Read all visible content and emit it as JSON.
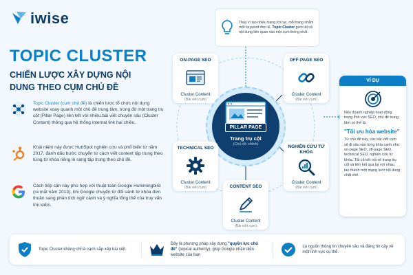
{
  "logo": {
    "text": "iwise"
  },
  "title": "TOPIC CLUSTER",
  "subtitle": "CHIẾN LƯỢC XÂY DỰNG NỘI DUNG THEO CỤM CHỦ ĐỀ",
  "intro": [
    {
      "highlight": "Topic Cluster (cụm chủ đề)",
      "text": " là chiến lược tổ chức nội dung website xoay quanh một chủ đề trung tâm, trong đó một trang trụ cột (Pillar Page) liên kết với nhiều bài viết chuyên sâu (Cluster Content) thông qua hệ thống internal link hai chiều."
    },
    {
      "highlight": "",
      "text": "Khái niệm này được HubSpot nghiên cứu và phổ biến từ năm 2017, đánh dấu bước chuyển từ cách viết content tập trung theo từng từ khóa riêng lẻ sang tập trung theo chủ đề."
    },
    {
      "highlight": "",
      "text": "Cách tiếp cận này phù hợp với thuật toán Google Hummingbird (ra mắt năm 2013), khi Google chuyển từ đối sánh từ khóa đơn thuần sang phân tích ngữ cảnh và ý nghĩa tổng thể của truy vấn tìm kiếm."
    }
  ],
  "top_card": {
    "text1": "Thay vì tạo nhiều trang rời rạc, mỗi trang nhắm một keyword đơn lẻ,",
    "bold": "Topic Cluster",
    "text2": " gom tất cả nội dung liên quan vào một cụm thống nhất."
  },
  "cards": {
    "onpage": {
      "title": "ON-PAGE SEO",
      "sub": "Cluster Content",
      "sub2": "(Bài viết cụm)"
    },
    "offpage": {
      "title": "OFF-PAGE SEO",
      "sub": "Cluster Content",
      "sub2": "(Bài viết cụm)"
    },
    "technical": {
      "title": "TECHNICAL SEO",
      "sub": "Cluster Content",
      "sub2": "(Bài viết cụm)"
    },
    "keyword": {
      "title": "NGHIÊN CỨU TỪ KHÓA",
      "sub": "Cluster Content",
      "sub2": "(Bài viết cụm)"
    },
    "content": {
      "title": "CONTENT SEO",
      "sub": "Cluster Content",
      "sub2": "(Bài viết cụm)"
    }
  },
  "pillar": {
    "label": "PILLAR PAGE",
    "tag": "Trang trụ cột",
    "tag2": "(Chủ đề chính)"
  },
  "example": {
    "head": "VÍ DỤ",
    "text1": "Nếu doanh nghiệp hoạt động trong lĩnh vực SEO, chủ đề trung tâm có thể là:",
    "quote": "\"Tối ưu hóa website\"",
    "text2": "Từ chủ đề này, các bài viết cụm sẽ đi sâu vào từng khía cạnh như on-page SEO, off-page SEO, technical SEO, nghiên cứu từ khóa. Tất cả kết nối về trang trụ cột và liên kết qua lại với nhau, tạo thành một mạng lưới nội dung chặt chẽ."
  },
  "bottom": [
    {
      "text": "Topic Cluster không chỉ là cách sắp xếp bài viết."
    },
    {
      "text1": "Đây là phương pháp xây dựng ",
      "bold": "\"quyền lực chủ đề\"",
      "text2": " (topical authority), giúp Google nhận diện website của bạn"
    },
    {
      "text": "Là nguồn thông tin chuyên sâu và đáng tin cậy về một lĩnh vực cụ thể."
    }
  ],
  "colors": {
    "primary": "#0b7ec5",
    "navy": "#0b3a66",
    "pillar": "#0e3f6e",
    "background": "#f2f8fd"
  },
  "icons": [
    "logo-bird-icon",
    "topic-network-icon",
    "hubspot-icon",
    "google-icon",
    "lightbulb-icon",
    "pillar-page-icon",
    "seo-window-icon",
    "link-icon",
    "gear-icon",
    "magnifier-icon",
    "pencil-icon",
    "target-icon",
    "shield-check-icon",
    "crown-icon",
    "check-circle-icon"
  ]
}
